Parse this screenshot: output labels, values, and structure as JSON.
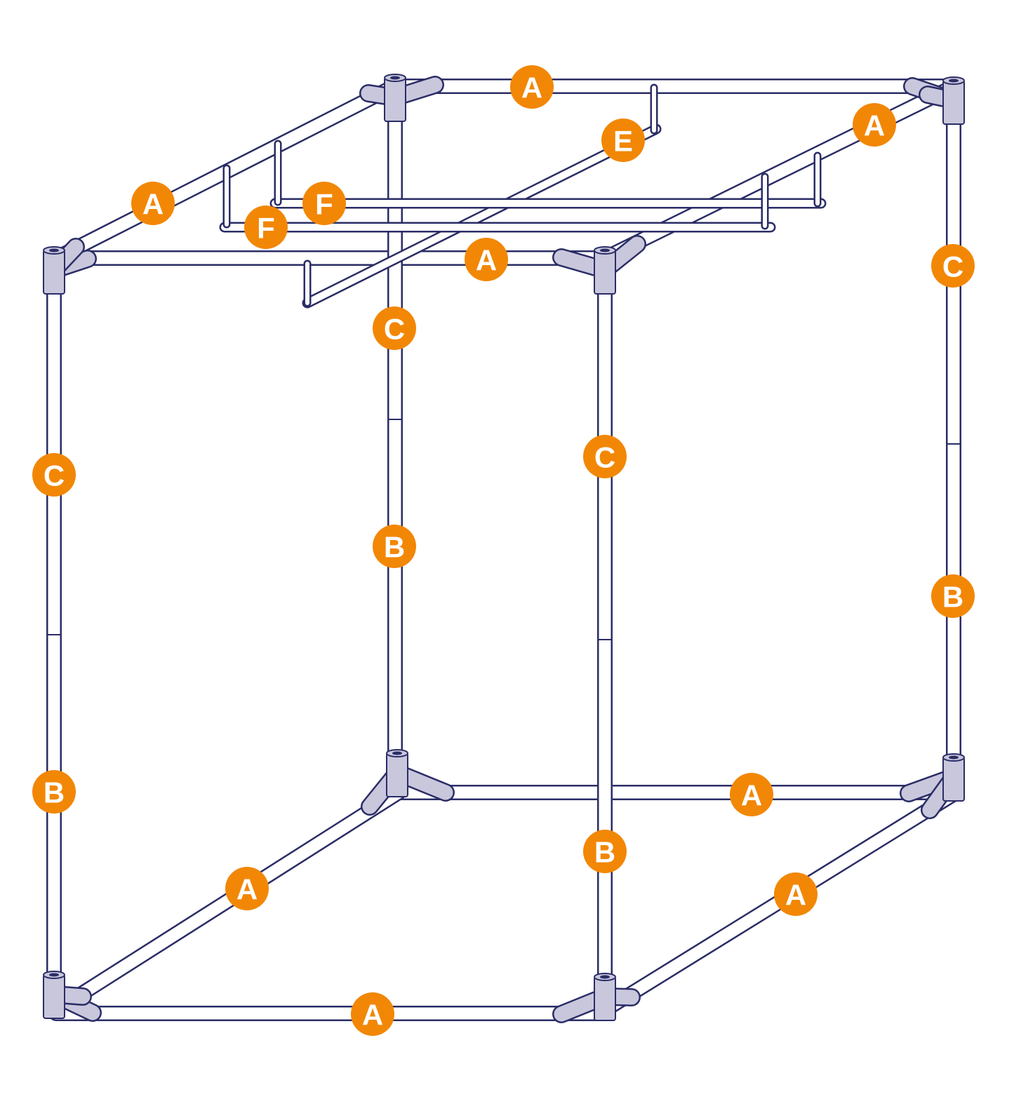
{
  "colors": {
    "outline": "#2b2d66",
    "tube_fill": "#ffffff",
    "connector_fill": "#c9c7dc",
    "badge": "#f28705",
    "badge_text": "#ffffff"
  },
  "labels": {
    "top_back": "A",
    "top_right_side": "A",
    "top_left_side": "A",
    "top_front": "A",
    "bottom_back": "A",
    "bottom_left_side": "A",
    "bottom_right_side": "A",
    "bottom_front": "A",
    "crossbar": "E",
    "hanging_bar_back": "F",
    "hanging_bar_front": "F",
    "front_left_upper": "C",
    "front_left_lower": "B",
    "back_left_upper": "C",
    "back_left_lower": "B",
    "front_right_upper": "C",
    "front_right_lower": "B",
    "back_right_upper": "C",
    "back_right_lower": "B"
  }
}
